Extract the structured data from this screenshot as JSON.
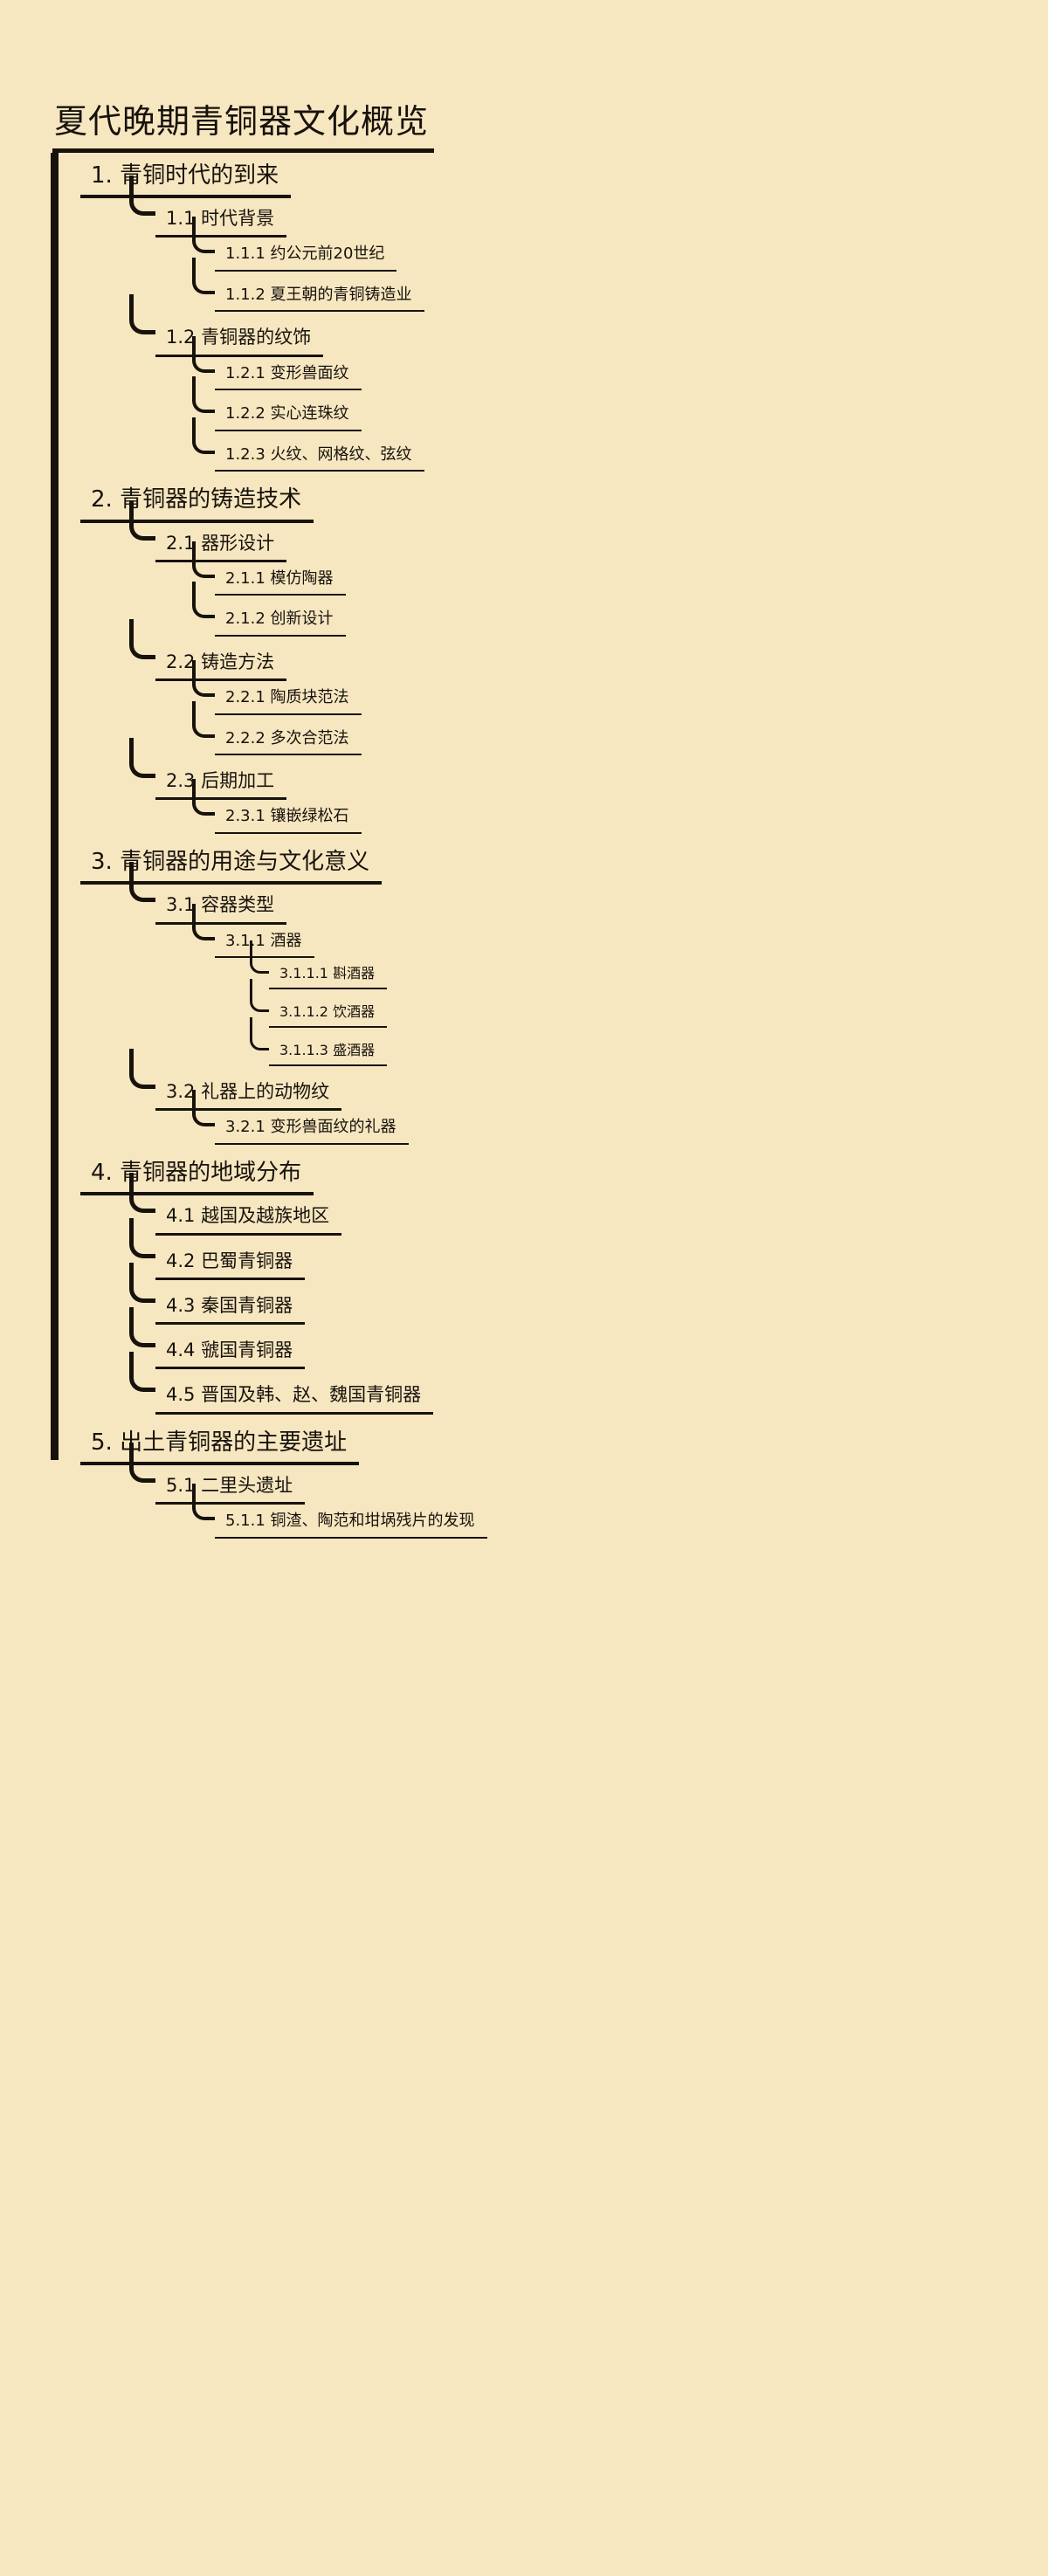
{
  "document": {
    "title": "夏代晚期青铜器文化概览",
    "type": "mindmap",
    "background_color": "#f7e7c1",
    "line_color": "#17120c",
    "text_color": "#17120c"
  },
  "tree": {
    "label": "夏代晚期青铜器文化概览",
    "children": [
      {
        "label": "1. 青铜时代的到来",
        "children": [
          {
            "label": "1.1 时代背景",
            "children": [
              {
                "label": "1.1.1 约公元前20世纪",
                "children": []
              },
              {
                "label": "1.1.2 夏王朝的青铜铸造业",
                "children": []
              }
            ]
          },
          {
            "label": "1.2 青铜器的纹饰",
            "children": [
              {
                "label": "1.2.1 变形兽面纹",
                "children": []
              },
              {
                "label": "1.2.2 实心连珠纹",
                "children": []
              },
              {
                "label": "1.2.3 火纹、网格纹、弦纹",
                "children": []
              }
            ]
          }
        ]
      },
      {
        "label": "2. 青铜器的铸造技术",
        "children": [
          {
            "label": "2.1 器形设计",
            "children": [
              {
                "label": "2.1.1 模仿陶器",
                "children": []
              },
              {
                "label": "2.1.2 创新设计",
                "children": []
              }
            ]
          },
          {
            "label": "2.2 铸造方法",
            "children": [
              {
                "label": "2.2.1 陶质块范法",
                "children": []
              },
              {
                "label": "2.2.2 多次合范法",
                "children": []
              }
            ]
          },
          {
            "label": "2.3 后期加工",
            "children": [
              {
                "label": "2.3.1 镶嵌绿松石",
                "children": []
              }
            ]
          }
        ]
      },
      {
        "label": "3. 青铜器的用途与文化意义",
        "children": [
          {
            "label": "3.1 容器类型",
            "children": [
              {
                "label": "3.1.1 酒器",
                "children": [
                  {
                    "label": "3.1.1.1 斟酒器",
                    "children": []
                  },
                  {
                    "label": "3.1.1.2 饮酒器",
                    "children": []
                  },
                  {
                    "label": "3.1.1.3 盛酒器",
                    "children": []
                  }
                ]
              }
            ]
          },
          {
            "label": "3.2 礼器上的动物纹",
            "children": [
              {
                "label": "3.2.1 变形兽面纹的礼器",
                "children": []
              }
            ]
          }
        ]
      },
      {
        "label": "4. 青铜器的地域分布",
        "children": [
          {
            "label": "4.1 越国及越族地区",
            "children": []
          },
          {
            "label": "4.2 巴蜀青铜器",
            "children": []
          },
          {
            "label": "4.3 秦国青铜器",
            "children": []
          },
          {
            "label": "4.4 虢国青铜器",
            "children": []
          },
          {
            "label": "4.5 晋国及韩、赵、魏国青铜器",
            "children": []
          }
        ]
      },
      {
        "label": "5. 出土青铜器的主要遗址",
        "children": [
          {
            "label": "5.1 二里头遗址",
            "children": [
              {
                "label": "5.1.1 铜渣、陶范和坩埚残片的发现",
                "children": []
              }
            ]
          }
        ]
      }
    ]
  }
}
